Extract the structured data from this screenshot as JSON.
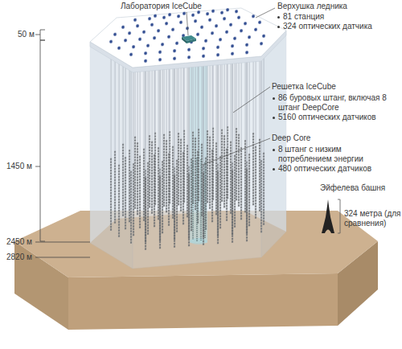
{
  "diagram": {
    "labels": [
      "Лаборатория IceCube",
      "Верхушка ледника",
      "81 станция",
      "324 оптических датчика",
      "Решетка IceCube",
      "86 буровых штанг, включая 8 штанг DeepCore",
      "5160 оптических датчиков",
      "Deep Core",
      "8 штанг с низким потреблением энергии",
      "480 оптических датчиков",
      "Эйфелева башня",
      "324 метра (для сравнения)",
      "50 м",
      "1450 м",
      "2450 м",
      "2820 м"
    ]
  }
}
